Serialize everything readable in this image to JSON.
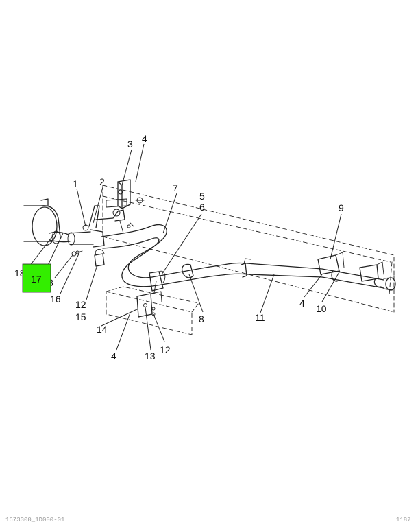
{
  "highlight": {
    "label": "17",
    "color": "#33ee00"
  },
  "callouts": {
    "c1": "1",
    "c2": "2",
    "c3": "3",
    "c4a": "4",
    "c4b": "4",
    "c4c": "4",
    "c5": "5",
    "c6": "6",
    "c7": "7",
    "c8a": "8",
    "c8b": "8",
    "c9": "9",
    "c10": "10",
    "c11": "11",
    "c12a": "12",
    "c12b": "12",
    "c13": "13",
    "c14": "14",
    "c15": "15",
    "c16": "16",
    "c18": "18"
  },
  "footer": {
    "left": "1673300_1D000-01",
    "right": "1187"
  }
}
